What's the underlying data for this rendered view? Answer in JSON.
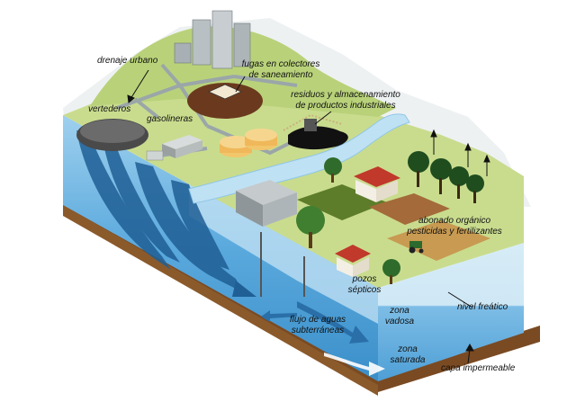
{
  "labels": {
    "drenaje_urbano": "drenaje urbano",
    "fugas_line1": "fugas en colectores",
    "fugas_line2": "de saneamiento",
    "residuos_line1": "residuos y almacenamiento",
    "residuos_line2": "de productos industriales",
    "vertederos": "vertederos",
    "gasolineras": "gasolineras",
    "abonado_line1": "abonado orgánico",
    "abonado_line2": "pesticidas y fertilizantes",
    "pozos_line1": "pozos",
    "pozos_line2": "sépticos",
    "zona_vadosa_line1": "zona",
    "zona_vadosa_line2": "vadosa",
    "nivel_freatico": "nivel freático",
    "flujo_line1": "flujo de aguas",
    "flujo_line2": "subterráneas",
    "zona_saturada_line1": "zona",
    "zona_saturada_line2": "saturada",
    "capa_impermeable": "capa impermeable"
  },
  "colors": {
    "grass": "#c9dc8e",
    "grass_dark": "#a9c46a",
    "hill": "#b9d27a",
    "water": "#5aa9dd",
    "water_light": "#bfe1f4",
    "vadose": "#d6ecf7",
    "soil": "#8b5a2b",
    "river": "#bfe1f4"
  }
}
